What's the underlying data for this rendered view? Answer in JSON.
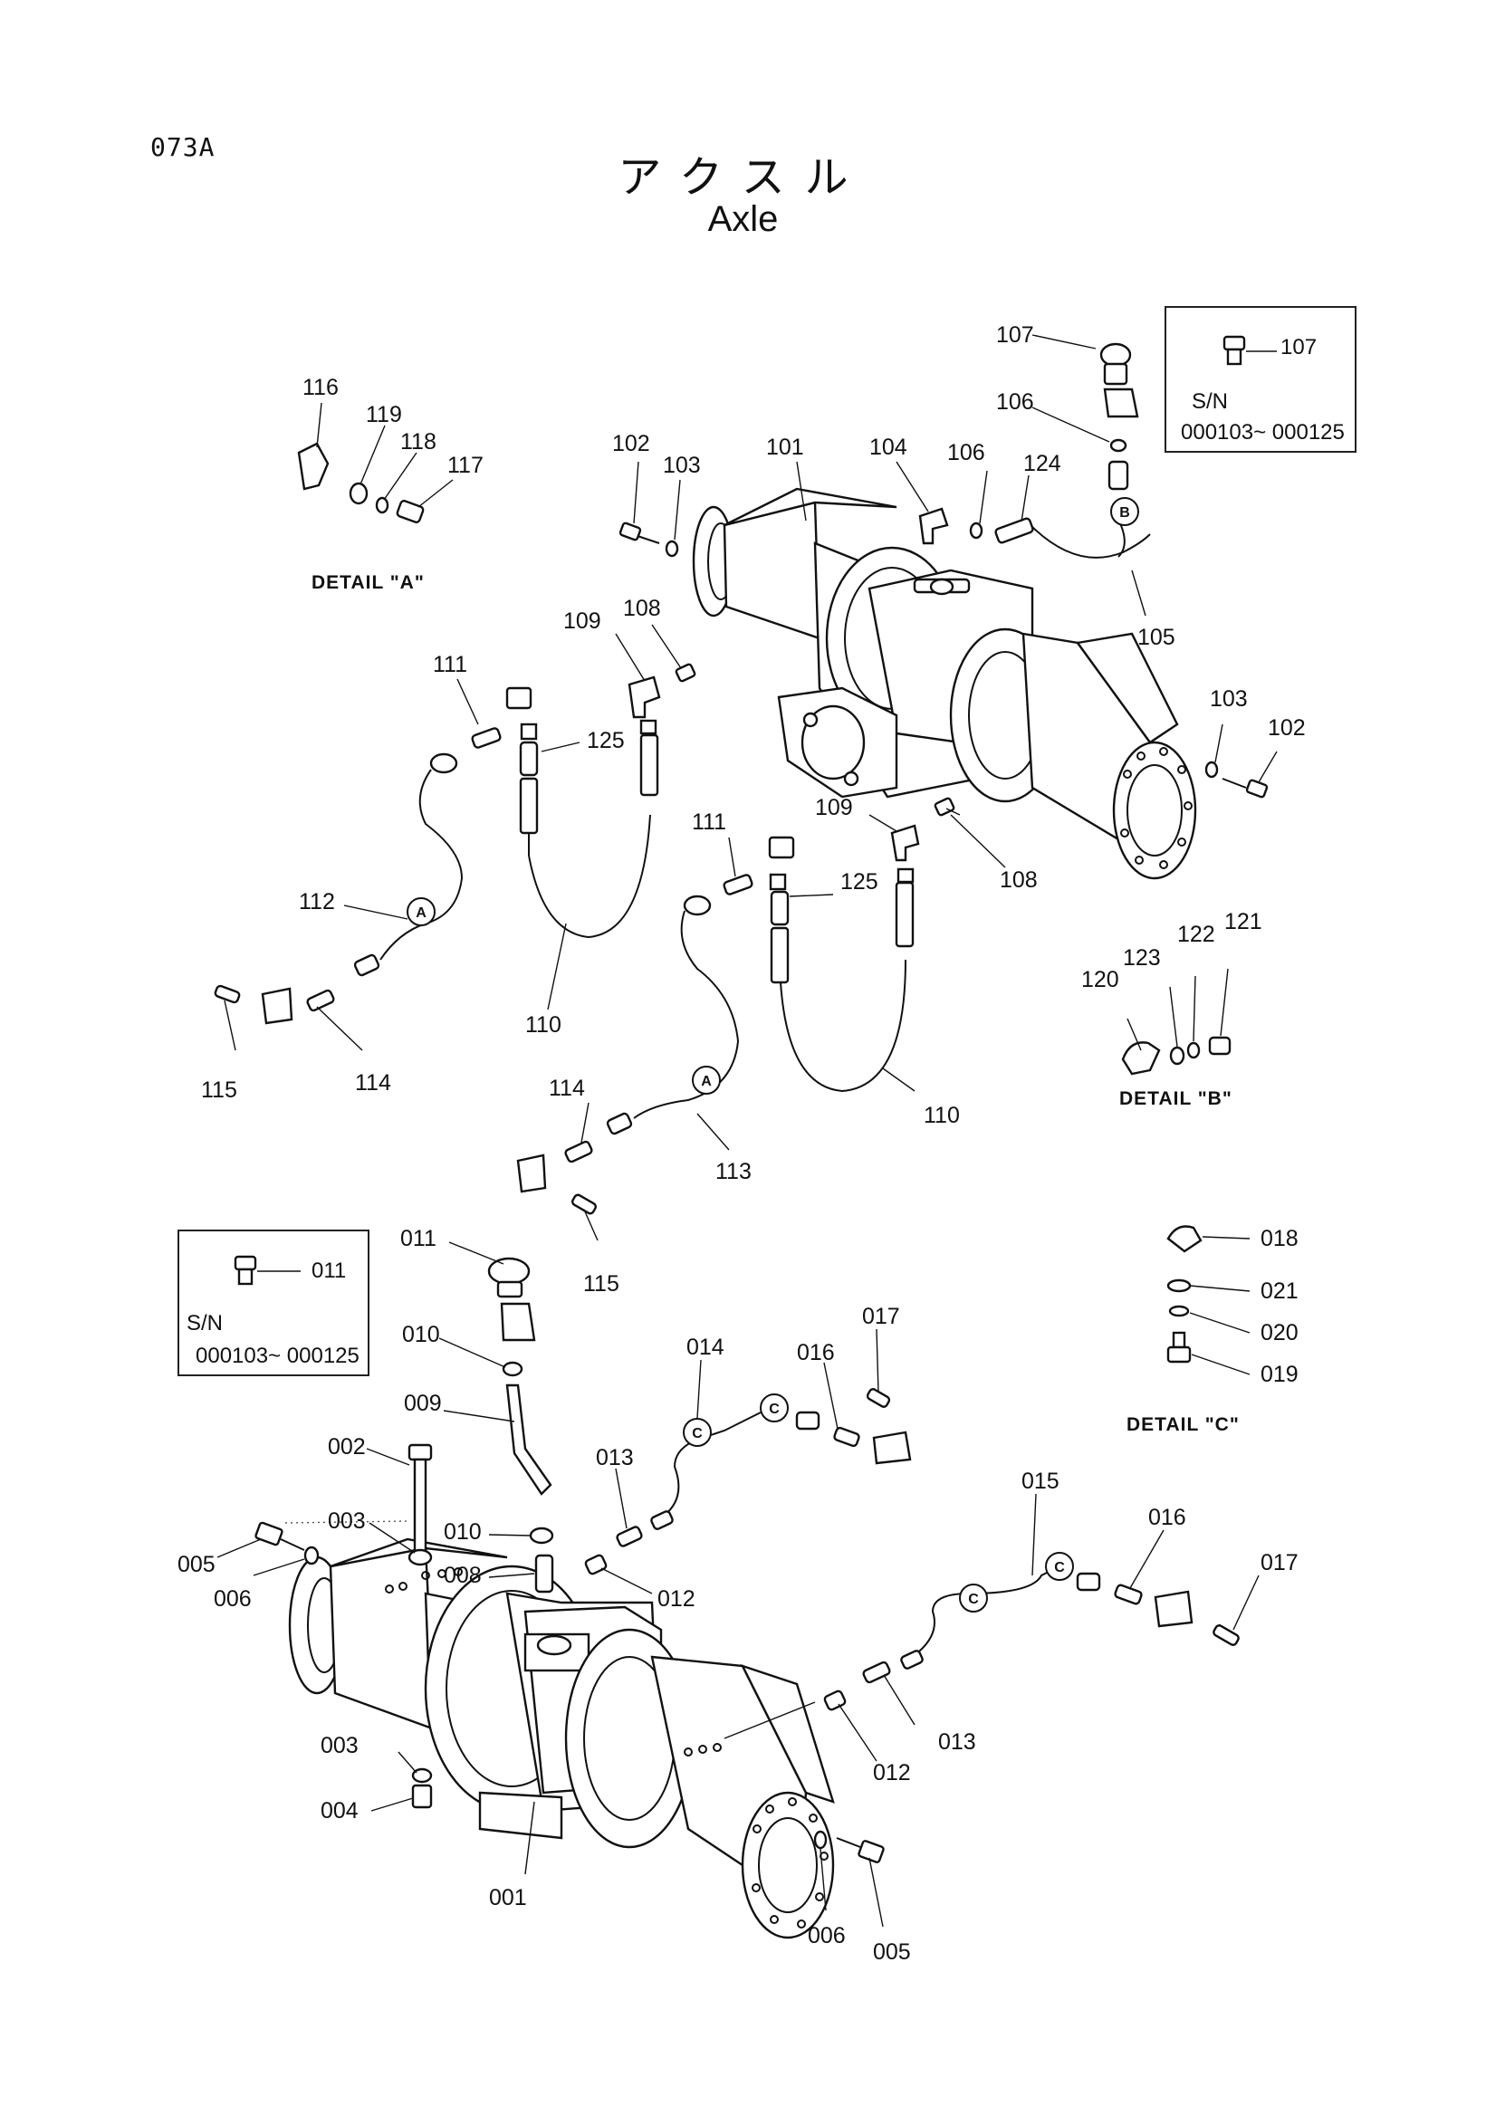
{
  "page": {
    "code": "073A",
    "title_jp": "アクスル",
    "title_en": "Axle"
  },
  "sn_boxes": [
    {
      "part": "107",
      "sn_label": "S/N",
      "sn_range": "000103~ 000125"
    },
    {
      "part": "011",
      "sn_label": "S/N",
      "sn_range": "000103~ 000125"
    }
  ],
  "details": [
    {
      "id": "A",
      "caption": "DETAIL \"A\""
    },
    {
      "id": "B",
      "caption": "DETAIL \"B\""
    },
    {
      "id": "C",
      "caption": "DETAIL \"C\""
    }
  ],
  "connectors": [
    "A",
    "A",
    "B",
    "C",
    "C",
    "C",
    "C"
  ],
  "callouts": {
    "c001": "001",
    "c002": "002",
    "c003a": "003",
    "c003b": "003",
    "c004": "004",
    "c005a": "005",
    "c005b": "005",
    "c006a": "006",
    "c006b": "006",
    "c008": "008",
    "c009": "009",
    "c010a": "010",
    "c010b": "010",
    "c011": "011",
    "c012a": "012",
    "c012b": "012",
    "c013a": "013",
    "c013b": "013",
    "c014": "014",
    "c015": "015",
    "c016a": "016",
    "c016b": "016",
    "c017a": "017",
    "c017b": "017",
    "c018": "018",
    "c019": "019",
    "c020": "020",
    "c021": "021",
    "c101": "101",
    "c102a": "102",
    "c102b": "102",
    "c103a": "103",
    "c103b": "103",
    "c104": "104",
    "c105": "105",
    "c106a": "106",
    "c106b": "106",
    "c107a": "107",
    "c108a": "108",
    "c108b": "108",
    "c109a": "109",
    "c109b": "109",
    "c110a": "110",
    "c110b": "110",
    "c111a": "111",
    "c111b": "111",
    "c112": "112",
    "c113": "113",
    "c114a": "114",
    "c114b": "114",
    "c115a": "115",
    "c115b": "115",
    "c116": "116",
    "c117": "117",
    "c118": "118",
    "c119": "119",
    "c120": "120",
    "c121": "121",
    "c122": "122",
    "c123": "123",
    "c124": "124",
    "c125a": "125",
    "c125b": "125"
  }
}
